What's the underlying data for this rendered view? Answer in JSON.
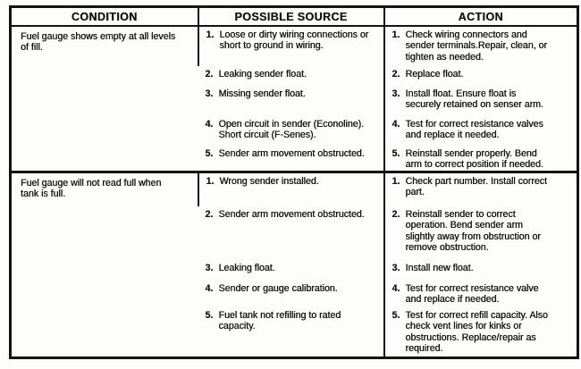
{
  "document": {
    "headers": {
      "condition": "CONDITION",
      "source": "POSSIBLE SOURCE",
      "action": "ACTION"
    },
    "sections": [
      {
        "condition": "Fuel gauge shows empty at all levels\nof fill.",
        "rows": [
          {
            "num": "1.",
            "source": "Loose or dirty wiring connections or\nshort to ground in wiring.",
            "action": "Check wiring connectors and\nsender terminals.Repair, clean, or\ntighten as needed."
          },
          {
            "num": "2.",
            "source": "Leaking sender float.",
            "action": "Replace float."
          },
          {
            "num": "3.",
            "source": "Missing sender float.",
            "action": "Install float. Ensure float is\nsecurely retained on senser arm."
          },
          {
            "num": "4.",
            "source": "Open circuit in sender (Econoline).\nShort circuit (F-Senes).",
            "action": "Test for correct resistance valves\nand replace it needed."
          },
          {
            "num": "5.",
            "source": "Sender arm movement obstructed.",
            "action": "Reinstall sender properly. Bend\narm to correct position if needed."
          }
        ]
      },
      {
        "condition": "Fuel gauge will not read full when\ntank is full.",
        "rows": [
          {
            "num": "1.",
            "source": "Wrong sender installed.",
            "action": "Check part number. Install correct\npart."
          },
          {
            "num": "2.",
            "source": "Sender arm movement obstructed.",
            "action": "Reinstall sender to correct\noperation. Bend sender arm\nslightly away from obstruction or\nremove obstruction."
          },
          {
            "num": "3.",
            "source": "Leaking float.",
            "action": "Install new float."
          },
          {
            "num": "4.",
            "source": "Sender or gauge calibration.",
            "action": "Test for correct resistance valve\nand replace if needed."
          },
          {
            "num": "5.",
            "source": "Fuel tank not refilling to rated\ncapacity.",
            "action": "Test for correct refill capacity. Also\ncheck vent lines for kinks or\nobstructions. Replace/repair as\nrequired."
          }
        ]
      }
    ]
  }
}
